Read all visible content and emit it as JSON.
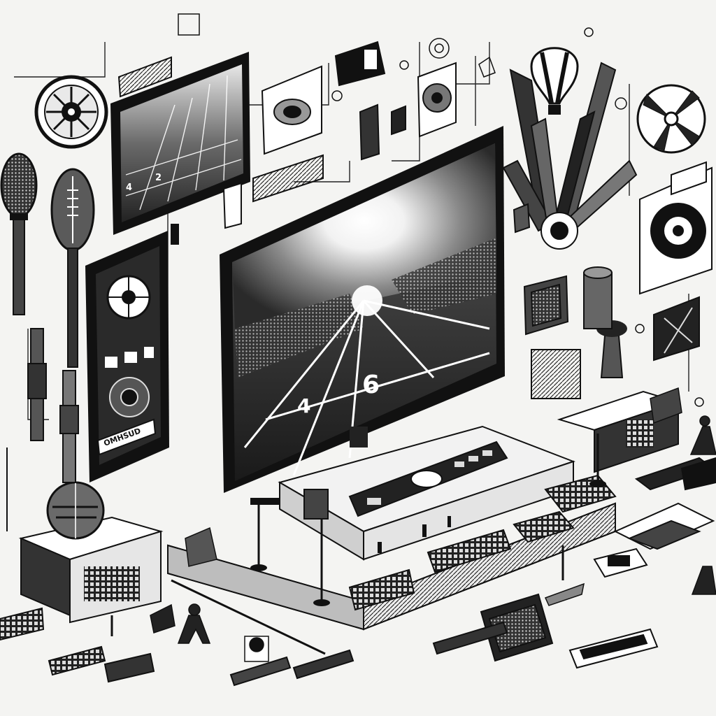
{
  "palette": {
    "background": "#f4f4f2",
    "ink": "#111111",
    "mid_gray": "#7a7a7a",
    "light_gray": "#d9d9d9",
    "screen_glow": "#ffffff"
  },
  "main_tv": {
    "screen_glyph": "6",
    "field_glyph": "4"
  },
  "small_monitor": {
    "yard_marks": [
      "4",
      "2"
    ]
  },
  "phone": {
    "badge_text": "OMHSUD"
  },
  "icons": {
    "hot_air_balloon": "hot-air-balloon-icon",
    "football": "football-icon",
    "helmet": "football-helmet-icon",
    "remote": "remote-control-icon",
    "microphone": "microphone-icon",
    "fan": "fan-icon",
    "vinyl": "vinyl-record-icon"
  }
}
